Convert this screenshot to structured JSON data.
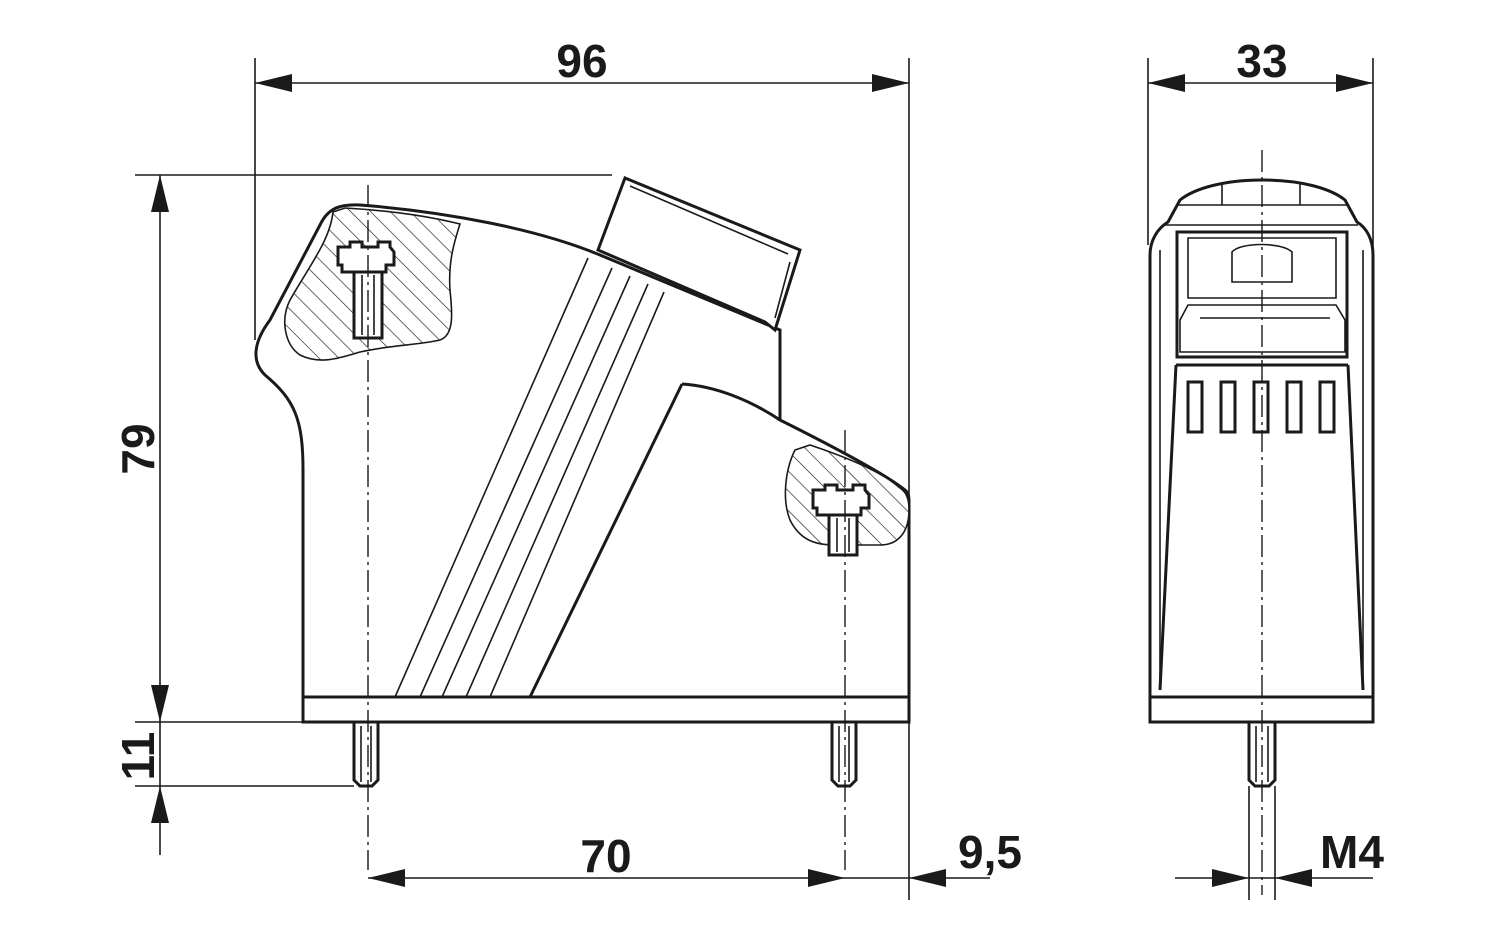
{
  "dimensions": {
    "overall_width": "96",
    "overall_height": "79",
    "pin_length": "11",
    "pin_spacing": "70",
    "pin_offset": "9,5",
    "side_width": "33",
    "thread": "M4"
  },
  "colors": {
    "line": "#1a1a1a",
    "background": "#ffffff"
  }
}
